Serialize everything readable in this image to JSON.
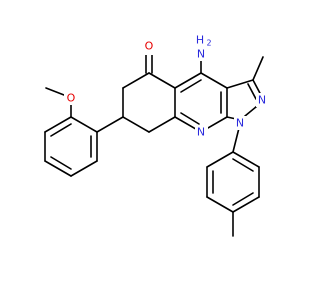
{
  "image": {
    "background": "#ffffff"
  },
  "colors": {
    "bond": "#000000",
    "nitrogen": "#2a2adc",
    "oxygen": "#e60000"
  },
  "molecule": {
    "labels": {
      "nh2_n": "N",
      "nh2_h": "H",
      "nh2_sub": "2",
      "ketone_o": "O",
      "pyrazole_n2": "N",
      "pyrazole_n1": "N",
      "pyridine_n": "N",
      "methoxy_o": "O"
    }
  }
}
